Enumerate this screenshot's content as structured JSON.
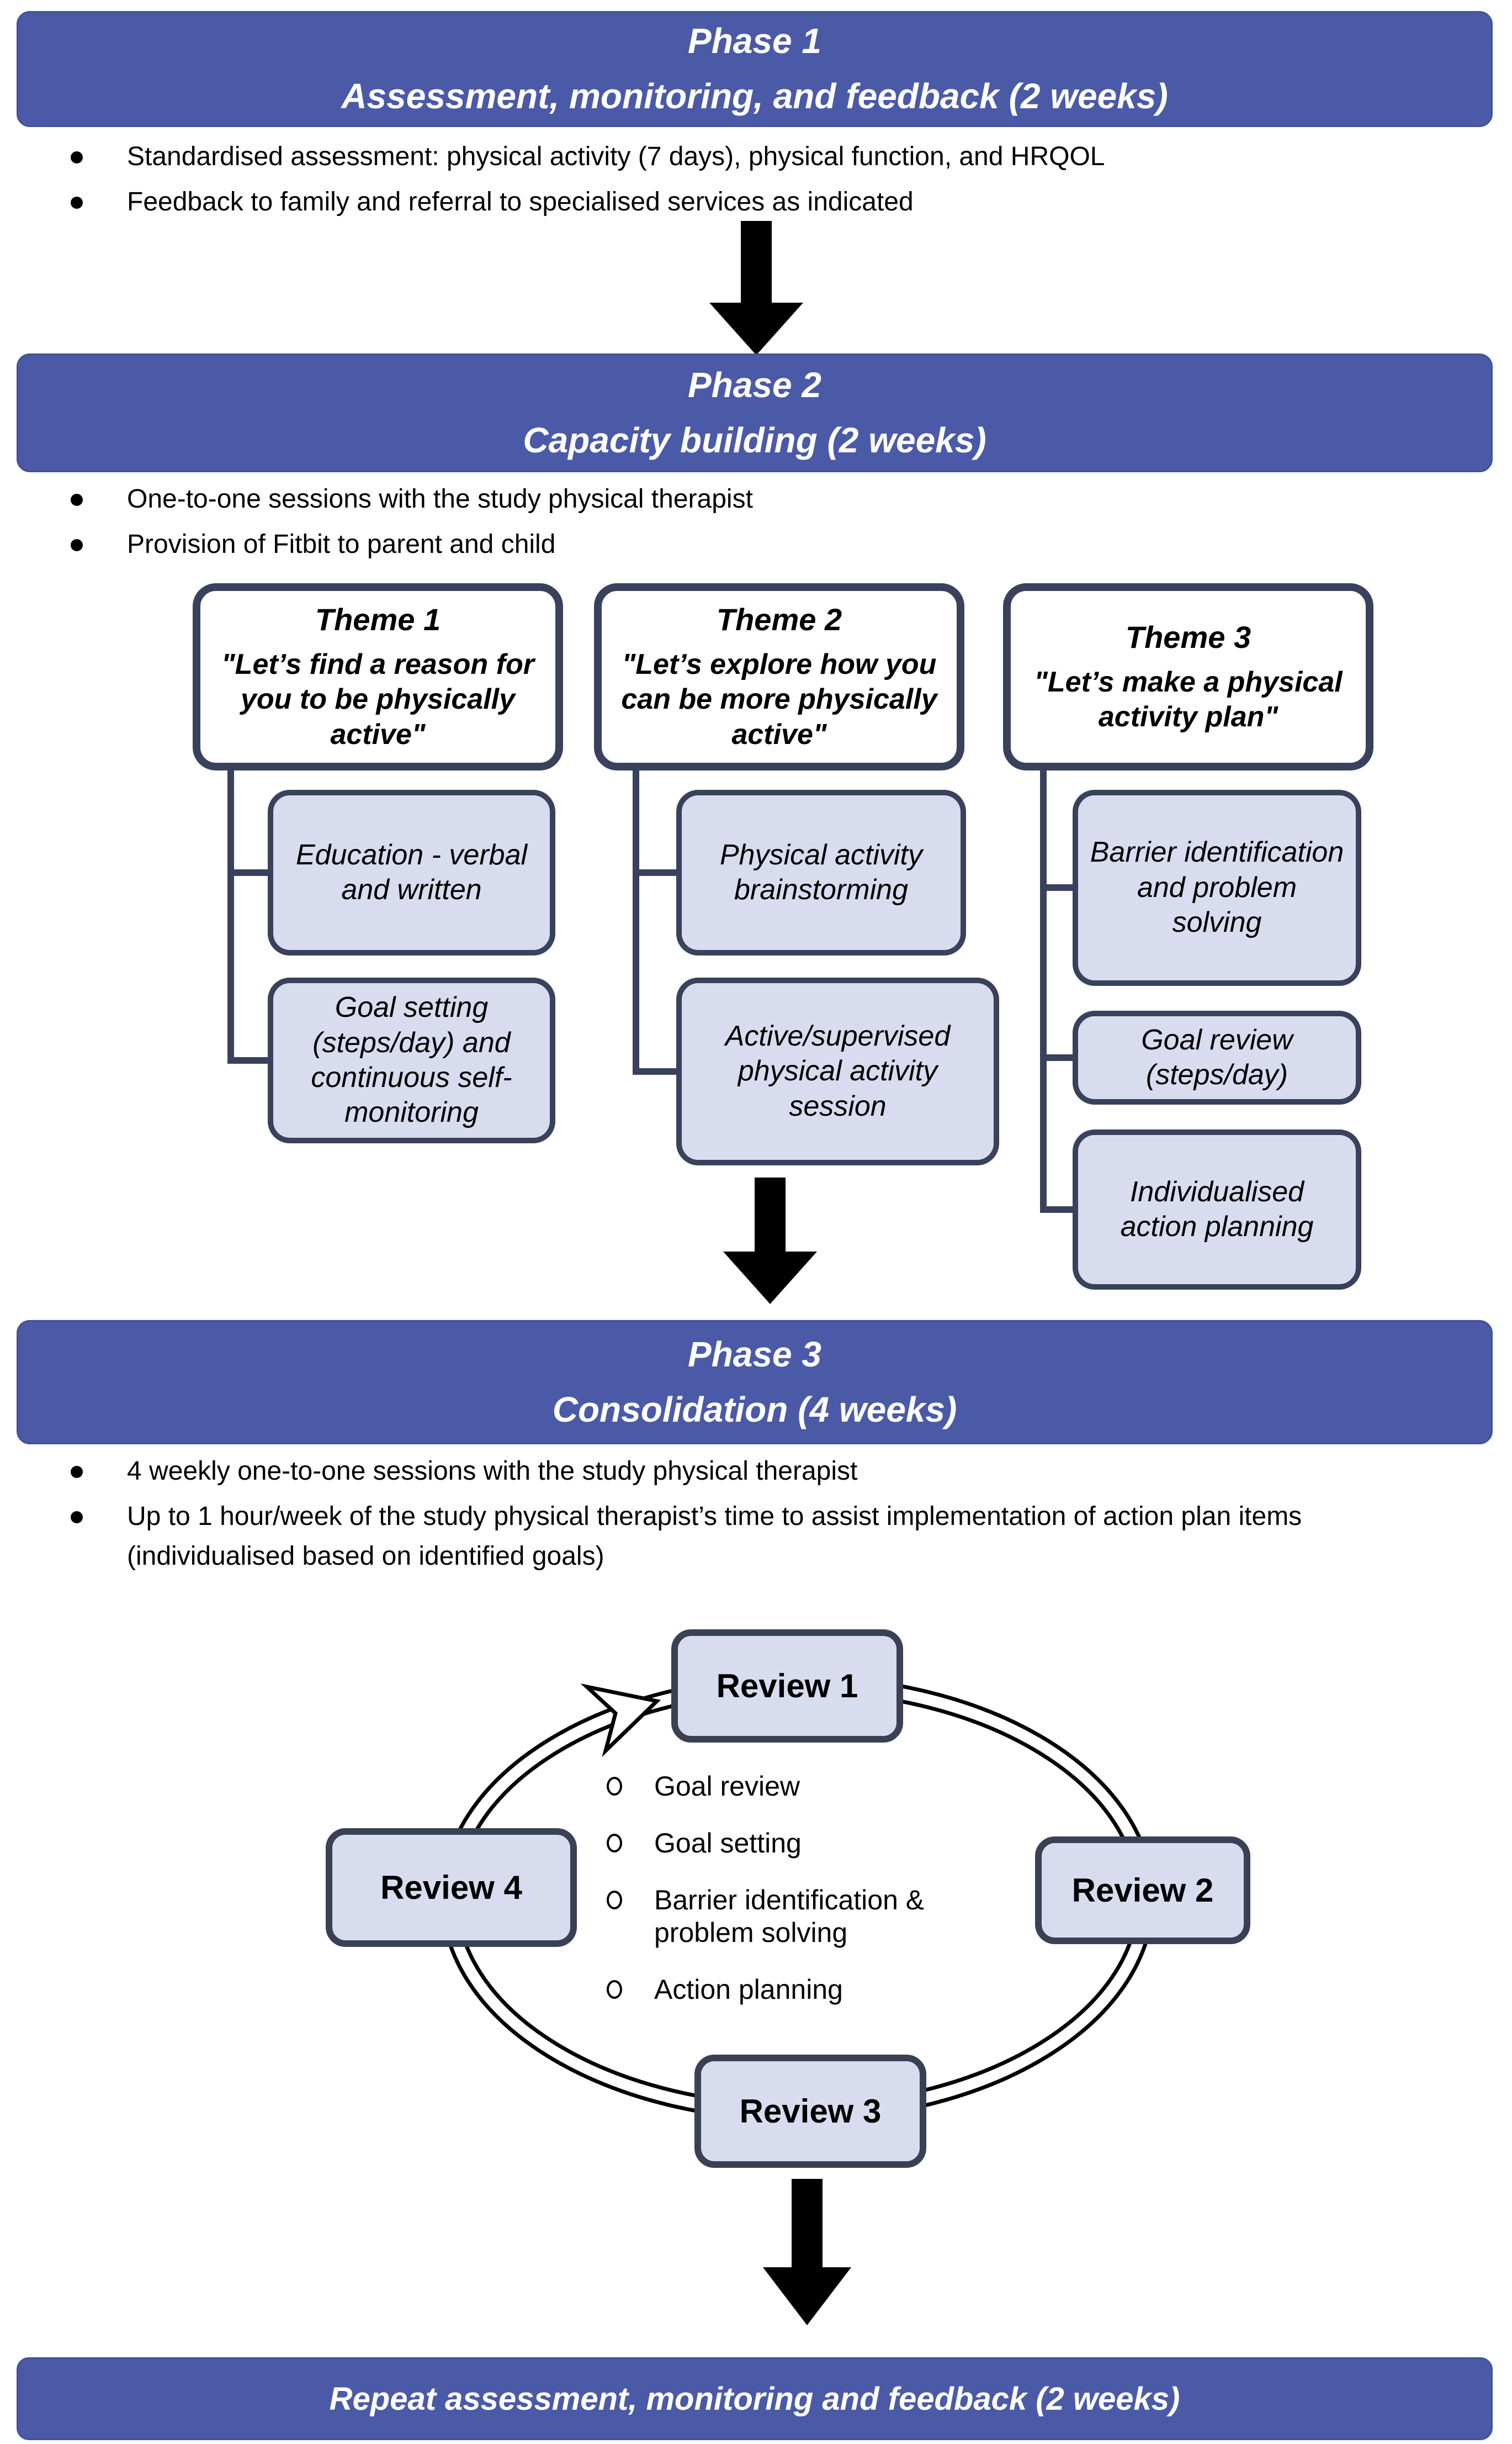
{
  "colors": {
    "bar_blue": "#4B5AA7",
    "box_fill_lavender": "#D8DCEE",
    "box_border_navy": "#39415C",
    "arrow_black": "#000000",
    "text_white": "#FFFFFF"
  },
  "phase1": {
    "title": "Phase 1",
    "subtitle": "Assessment, monitoring, and feedback (2 weeks)",
    "bullets": [
      "Standardised assessment: physical activity (7 days), physical function, and HRQOL",
      "Feedback to family and referral to specialised services as indicated"
    ]
  },
  "phase2": {
    "title": "Phase 2",
    "subtitle": "Capacity building (2 weeks)",
    "bullets": [
      "One-to-one sessions with the study physical therapist",
      "Provision of Fitbit to parent and child"
    ]
  },
  "themes": [
    {
      "title": "Theme 1",
      "quote": "\"Let’s find a reason for you to be physically active\"",
      "boxes": [
        "Education - verbal and written",
        "Goal setting (steps/day) and continuous self-monitoring"
      ]
    },
    {
      "title": "Theme 2",
      "quote": "\"Let’s explore how you can be more physically active\"",
      "boxes": [
        "Physical activity brainstorming",
        "Active/supervised physical activity session"
      ]
    },
    {
      "title": "Theme 3",
      "quote": "\"Let’s make a physical activity plan\"",
      "boxes": [
        "Barrier identification and problem solving",
        "Goal review (steps/day)",
        "Individualised action planning"
      ]
    }
  ],
  "phase3": {
    "title": "Phase 3",
    "subtitle": "Consolidation (4 weeks)",
    "bullets": [
      "4 weekly one-to-one sessions with the study physical therapist",
      "Up to 1 hour/week of the study physical therapist’s time to assist implementation of action plan items (individualised based on identified goals)"
    ]
  },
  "cycle": {
    "reviews": [
      "Review 1",
      "Review 2",
      "Review 3",
      "Review 4"
    ],
    "items": [
      "Goal review",
      "Goal setting",
      "Barrier identification & problem solving",
      "Action planning"
    ]
  },
  "footer": {
    "label": "Repeat assessment, monitoring and feedback (2 weeks)"
  }
}
